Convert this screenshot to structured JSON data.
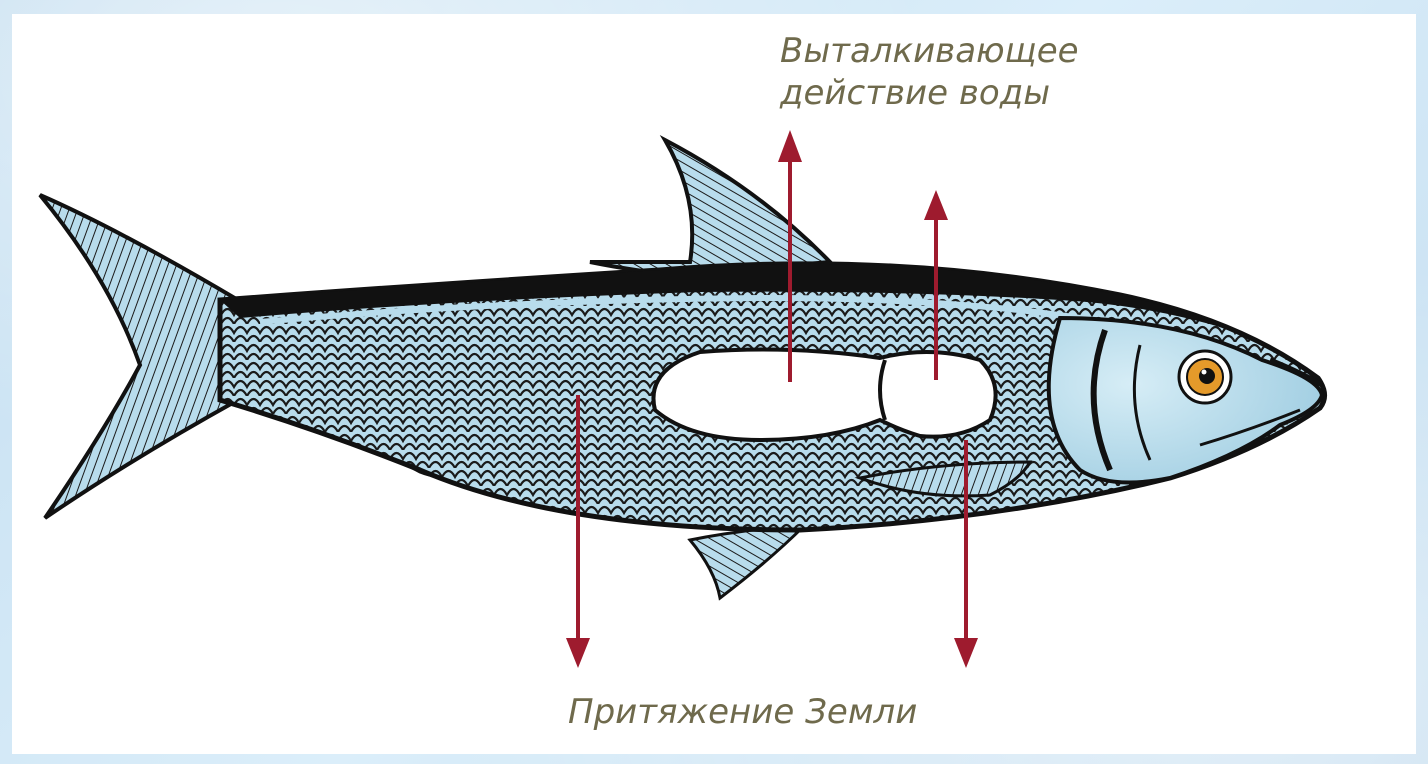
{
  "labels": {
    "buoyancy_line1": "Выталкивающее",
    "buoyancy_line2": "действие воды",
    "gravity": "Притяжение Земли"
  },
  "colors": {
    "background_frame": "#cfe6f5",
    "panel": "#ffffff",
    "fish_body": "#b8dcec",
    "fish_outline": "#111111",
    "arrow": "#9e1b2e",
    "label_text": "#6f6a4c",
    "eye_iris": "#e59a2a"
  },
  "icons": {
    "fish": "fish-illustration",
    "arrows": [
      "arrow-up",
      "arrow-up",
      "arrow-down",
      "arrow-down"
    ]
  }
}
